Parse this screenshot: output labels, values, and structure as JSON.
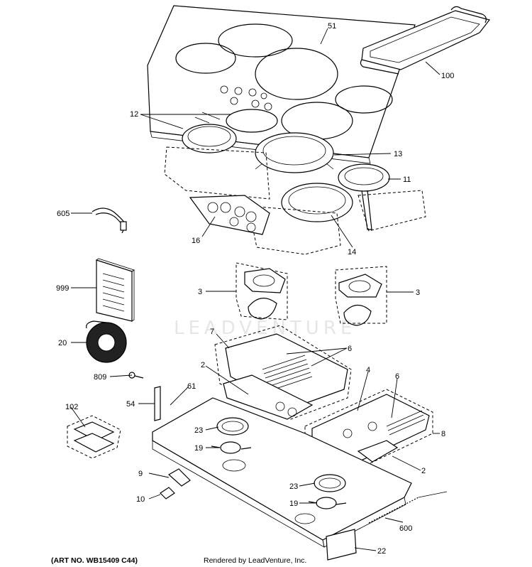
{
  "watermark": "LEADVENTURE",
  "footer": {
    "art_no": "(ART NO. WB15409 C44)",
    "rendered_by": "Rendered by LeadVenture, Inc."
  },
  "callouts": {
    "c51": "51",
    "c100": "100",
    "c12": "12",
    "c13": "13",
    "c11": "11",
    "c605": "605",
    "c16": "16",
    "c14": "14",
    "c999": "999",
    "c3_left": "3",
    "c3_right": "3",
    "c20": "20",
    "c7": "7",
    "c6_top": "6",
    "c2_upper": "2",
    "c4": "4",
    "c6_right": "6",
    "c809": "809",
    "c61": "61",
    "c54": "54",
    "c102": "102",
    "c23_upper": "23",
    "c8": "8",
    "c19_upper": "19",
    "c2_lower": "2",
    "c9": "9",
    "c23_lower": "23",
    "c10": "10",
    "c19_lower": "19",
    "c600": "600",
    "c22": "22"
  }
}
